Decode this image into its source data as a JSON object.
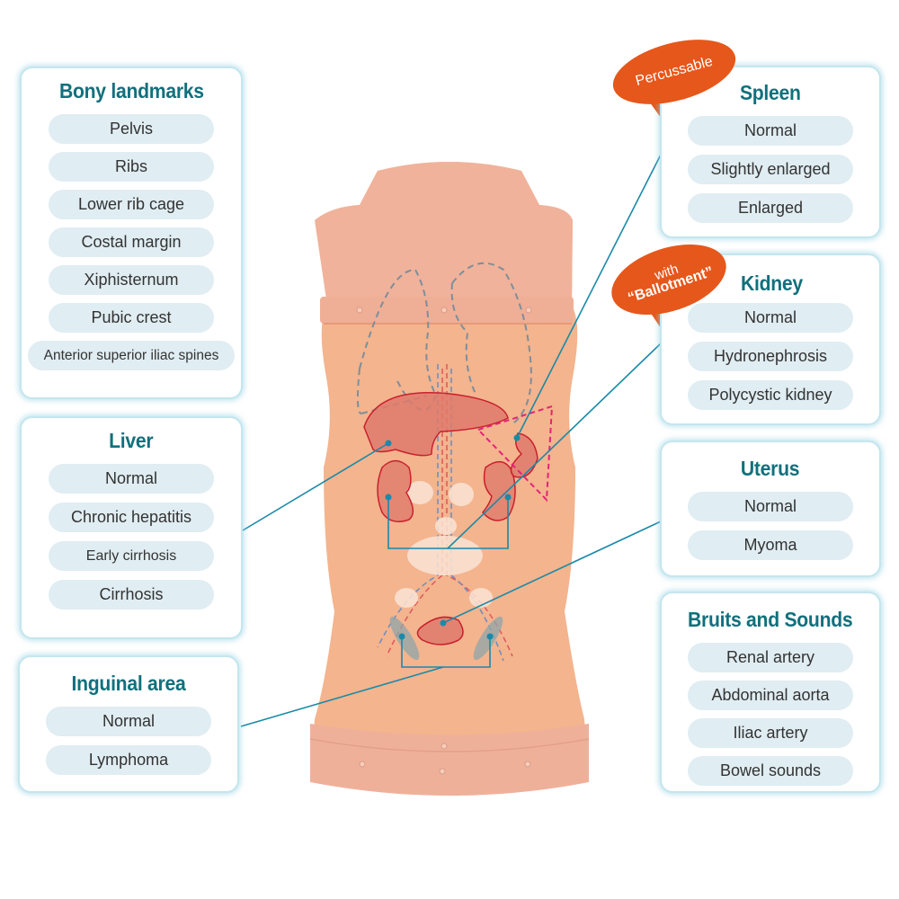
{
  "bony_landmarks": {
    "title": "Bony landmarks",
    "items": [
      "Pelvis",
      "Ribs",
      "Lower rib cage",
      "Costal margin",
      "Xiphisternum",
      "Pubic crest",
      "Anterior superior iliac spines"
    ]
  },
  "liver": {
    "title": "Liver",
    "items": [
      "Normal",
      "Chronic hepatitis",
      "Early cirrhosis",
      "Cirrhosis"
    ]
  },
  "inguinal": {
    "title": "Inguinal area",
    "items": [
      "Normal",
      "Lymphoma"
    ]
  },
  "spleen": {
    "title": "Spleen",
    "badge": "Percussable",
    "items": [
      "Normal",
      "Slightly enlarged",
      "Enlarged"
    ]
  },
  "kidney": {
    "title": "Kidney",
    "badge_line1": "with",
    "badge_line2": "“Ballotment”",
    "items": [
      "Normal",
      "Hydronephrosis",
      "Polycystic kidney"
    ]
  },
  "uterus": {
    "title": "Uterus",
    "items": [
      "Normal",
      "Myoma"
    ]
  },
  "bruits": {
    "title": "Bruits and Sounds",
    "items": [
      "Renal artery",
      "Abdominal aorta",
      "Iliac artery",
      "Bowel sounds"
    ]
  },
  "colors": {
    "title": "#11707c",
    "pill": "#e0edf2",
    "badge": "#e6571b",
    "leader": "#1a8aa8",
    "organ": "#d9705f"
  }
}
